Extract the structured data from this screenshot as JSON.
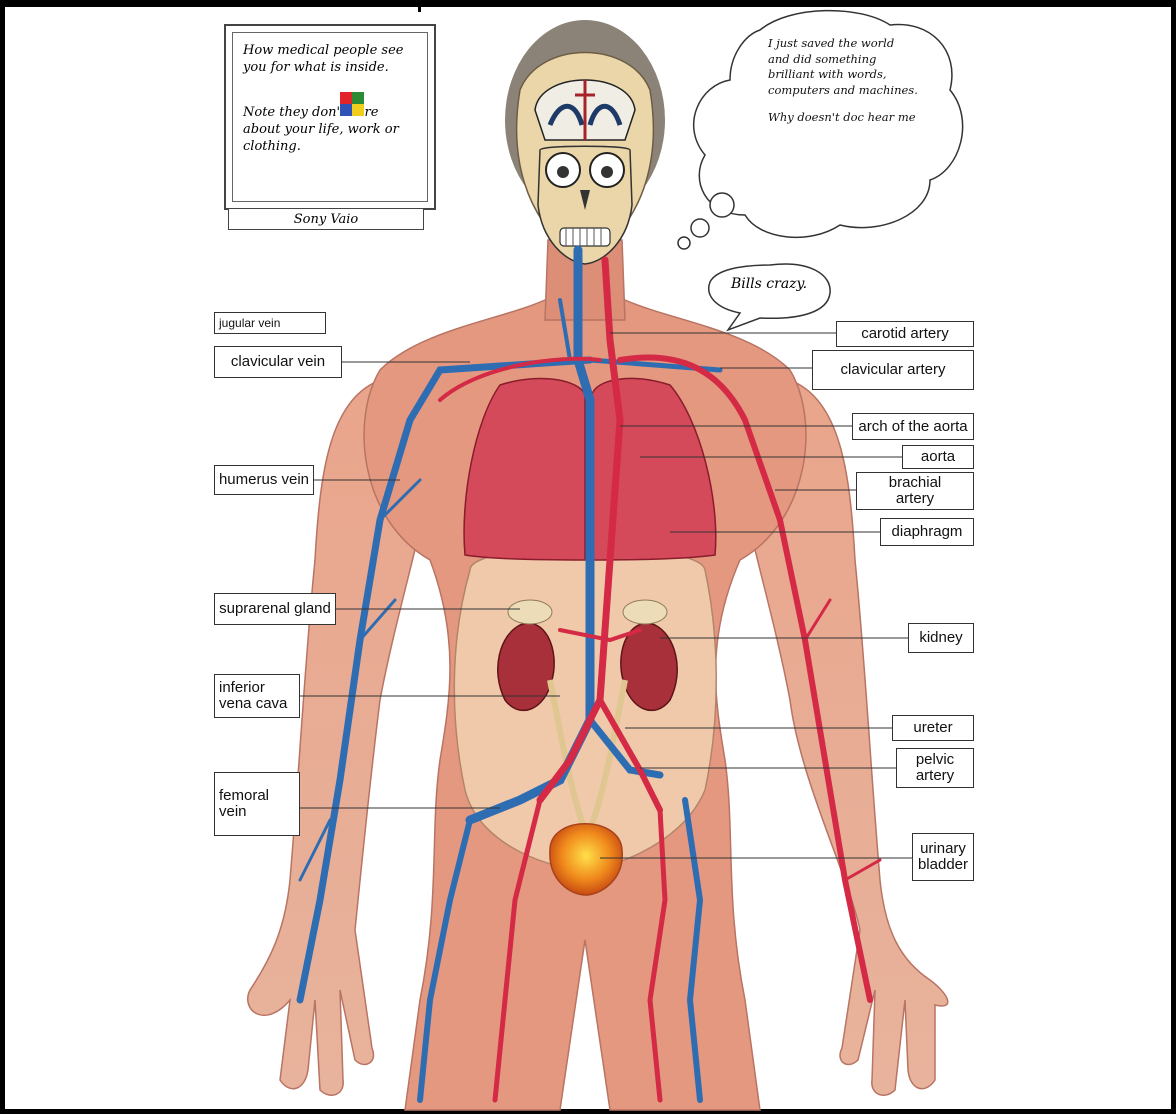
{
  "note": {
    "line1": "How medical people see you for what is inside.",
    "line2": "Note they don't care about your life, work or clothing.",
    "caption": "Sony Vaio"
  },
  "thought": {
    "line1": "I just saved the world and did something brilliant with words, computers and machines.",
    "line2": "Why doesn't doc hear me"
  },
  "speech": {
    "text": "Bills crazy."
  },
  "labels_left": {
    "jugular_vein": "jugular vein",
    "clavicular_vein": "clavicular vein",
    "humerus_vein": "humerus vein",
    "suprarenal_gland": "suprarenal gland",
    "inferior_vena_cava": "inferior\nvena cava",
    "femoral_vein": "femoral\nvein"
  },
  "labels_right": {
    "carotid_artery": "carotid artery",
    "clavicular_artery": "clavicular artery",
    "arch_aorta": "arch of the aorta",
    "aorta": "aorta",
    "brachial_artery": "brachial\nartery",
    "diaphragm": "diaphragm",
    "kidney": "kidney",
    "ureter": "ureter",
    "pelvic_artery": "pelvic\nartery",
    "urinary_bladder": "urinary\nbladder"
  },
  "colors": {
    "skin": "#e9ad92",
    "muscle": "#d98370",
    "vein": "#2f6db3",
    "artery": "#d42a45",
    "lung": "#d44a5a",
    "kidney": "#a8303a",
    "bladder": "#f08a1c"
  }
}
